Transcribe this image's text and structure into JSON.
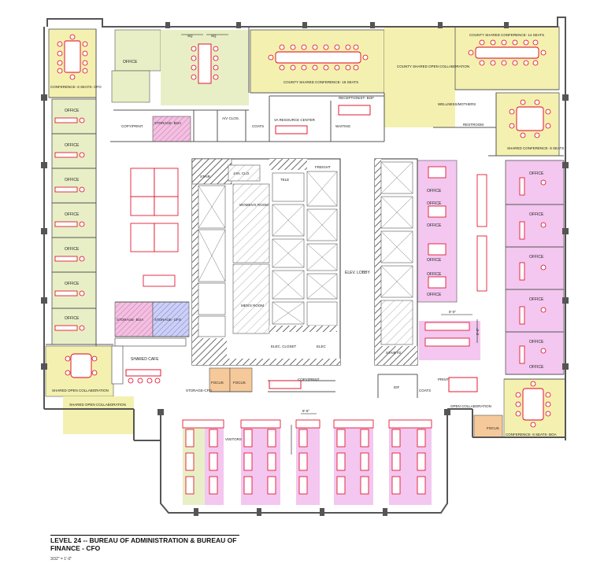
{
  "colors": {
    "green_zone": "#e8efc6",
    "yellow_zone": "#f4f1b0",
    "pink_zone": "#f3c7ef",
    "orange_zone": "#f6c99a",
    "wall": "#555555",
    "furniture": "#e0001b",
    "storage_boa": "#f2c0e0",
    "storage_cfo": "#cdd0f5"
  },
  "plan": {
    "title": "LEVEL 24 -- BUREAU OF ADMINISTRATION & BUREAU OF FINANCE - CFO",
    "scale_note": "3/32\" = 1'-0\"",
    "labels": {
      "conf_cfo": "CONFERENCE- 8 SEATS- CFO",
      "office": "OFFICE",
      "copy_print": "COPY/PRINT",
      "storage_boa": "STORAGE- BOA",
      "storage_cfo": "STORAGE- CFO",
      "av_clos": "A/V CLOS.",
      "coats": "COATS",
      "va_resource": "VA RESOURCE CENTER",
      "waiting": "WAITING",
      "receptionist": "RECEPTIONIST- BOF",
      "county_conf_18": "COUNTY SHARED CONFERENCE- 18 SEATS",
      "county_open_collab": "COUNTY SHARED OPEN COLLABORATION",
      "county_conf_14": "COUNTY SHARED CONFERENCE- 14 SEATS",
      "wellness": "WELLNESS/MOTHERS",
      "restroom": "RESTROOM",
      "shared_conf_8": "SHARED CONFERENCE- 8 SEATS",
      "sq": "SQ",
      "stair": "STAIR",
      "janitor": "JAN. CLO.",
      "tele": "TELE",
      "freight": "FREIGHT",
      "womens_room": "WOMEN'S ROOM",
      "mens_room": "MEN'S ROOM",
      "elev_lobby": "ELEV. LOBBY",
      "elec_closet": "ELEC. CLOSET",
      "elec": "ELEC",
      "stair2": "STAIR #2",
      "shared_cafe": "SHARED CAFE",
      "shared_open_collab": "SHARED OPEN COLLABORATION",
      "focus": "FOCUS",
      "storage_short": "STORAGE-CFO",
      "idf": "IDF",
      "print": "PRINT",
      "open_collab": "OPEN COLLABORATION",
      "conf_boa": "CONFERENCE- 8 SEATS- BOA",
      "visitors": "VISITORS",
      "dim_a": "8'-0\"",
      "dim_b": "8'-0\"",
      "dim_c": "8'-6\""
    }
  }
}
